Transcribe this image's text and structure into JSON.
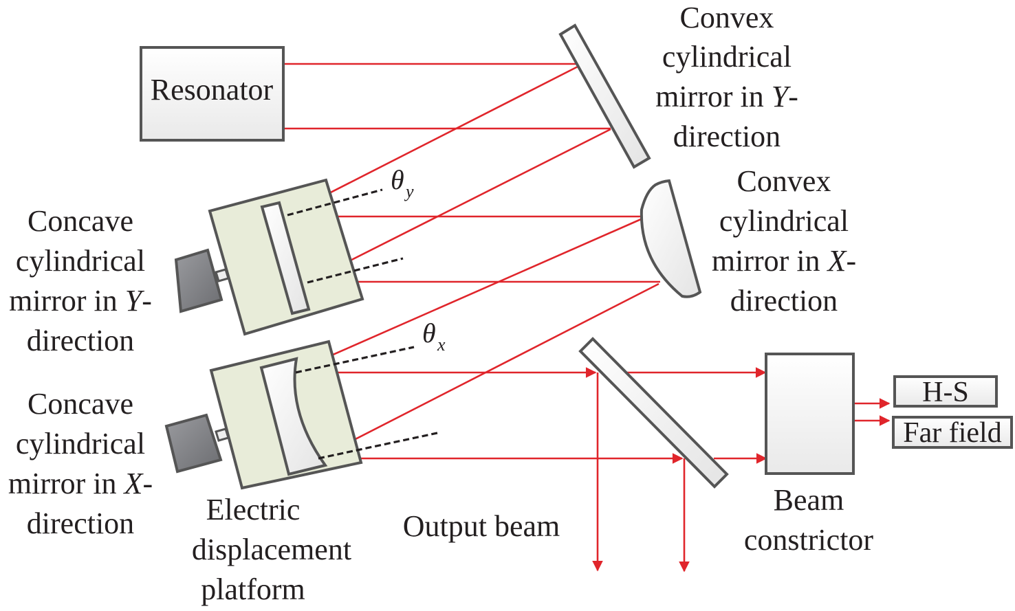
{
  "diagram": {
    "title": "Laser beam steering optical setup",
    "colors": {
      "beam": "#e0252b",
      "component_stroke": "#555555",
      "platform_fill": "#e8ecd9",
      "motor_fill": "#7d7e82",
      "text": "#231f20"
    },
    "components": {
      "resonator": {
        "label": "Resonator"
      },
      "convex_y": {
        "lines": [
          "Convex",
          "cylindrical",
          "mirror in ",
          "direction"
        ],
        "axis": "Y",
        "hyphen": "-"
      },
      "convex_x": {
        "lines": [
          "Convex",
          "cylindrical",
          "mirror in ",
          "direction"
        ],
        "axis": "X",
        "hyphen": "-"
      },
      "concave_y": {
        "lines": [
          "Concave",
          "cylindrical",
          "mirror in ",
          "direction"
        ],
        "axis": "Y",
        "hyphen": "-"
      },
      "concave_x": {
        "lines": [
          "Concave",
          "cylindrical",
          "mirror in ",
          "direction"
        ],
        "axis": "X",
        "hyphen": "-"
      },
      "platform": {
        "lines": [
          "Electric",
          "displacement",
          "platform"
        ]
      },
      "output": {
        "label": "Output beam"
      },
      "beam_constrictor": {
        "lines": [
          "Beam",
          "constrictor"
        ]
      },
      "hs": {
        "label": "H-S"
      },
      "far_field": {
        "label": "Far field"
      }
    },
    "angles": {
      "theta_y": {
        "symbol": "θ",
        "subscript": "y"
      },
      "theta_x": {
        "symbol": "θ",
        "subscript": "x"
      }
    }
  }
}
